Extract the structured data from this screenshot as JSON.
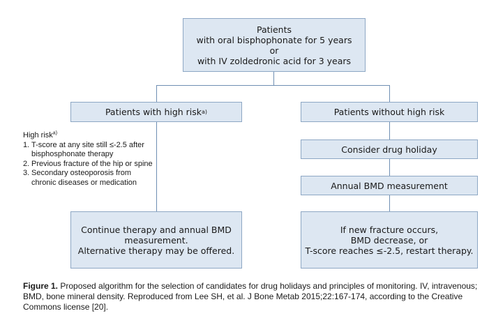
{
  "top": {
    "lines": [
      "Patients",
      "with oral bisphophonate for 5 years",
      "or",
      "with IV zoldedronic acid for 3 years"
    ]
  },
  "high_risk": {
    "label": "Patients with high risk",
    "sup": "a)"
  },
  "no_high_risk": {
    "label": "Patients without high risk"
  },
  "drug_holiday": {
    "label": "Consider drug holiday"
  },
  "annual_bmd": {
    "label": "Annual BMD measurement"
  },
  "continue": {
    "lines": [
      "Continue therapy and annual BMD",
      "measurement.",
      "Alternative therapy may be offered."
    ]
  },
  "restart": {
    "lines": [
      "If new fracture occurs,",
      "BMD decrease, or",
      "T-score reaches ≤-2.5, restart therapy."
    ]
  },
  "note": {
    "title": "High risk",
    "title_sup": "a)",
    "items": [
      {
        "num": "1.",
        "lines": [
          "T-score at any site still ≤-2.5 after",
          "bisphosphonate therapy"
        ]
      },
      {
        "num": "2.",
        "lines": [
          "Previous fracture of the hip or spine"
        ]
      },
      {
        "num": "3.",
        "lines": [
          "Secondary osteoporosis from",
          "chronic diseases or medication"
        ]
      }
    ]
  },
  "caption": {
    "label": "Figure 1.",
    "text": " Proposed algorithm for the selection of candidates for drug holidays and principles of monitoring. IV, intravenous; BMD, bone mineral density. Reproduced from Lee SH, et al. J Bone Metab 2015;22:167-174, according to the Creative Commons license [20]."
  },
  "colors": {
    "box_fill": "#dde7f2",
    "box_border": "#8da7c4",
    "connector": "#6f8fb3"
  }
}
